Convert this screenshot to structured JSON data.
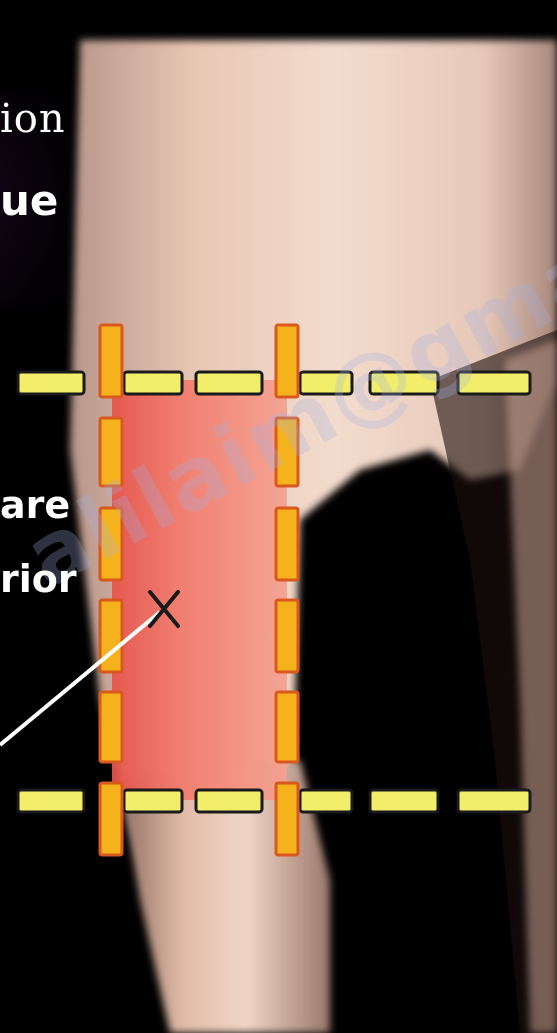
{
  "labels": {
    "line1": "ion",
    "line2": "ue",
    "line3": "are",
    "line4": "rior"
  },
  "watermark": {
    "text": "alilaim@gma"
  },
  "colors": {
    "background": "#000000",
    "skin": "#e8c2ae",
    "highlight": "#f0786a",
    "vertical_dash": "#f5b21c",
    "vertical_dash_border": "#d8581e",
    "horizontal_dash": "#f2ee6a",
    "horizontal_dash_border": "#1a1a1a",
    "pointer_line": "#ffffff",
    "marker": "#1a1a1a",
    "title_glow": "#3a1048"
  },
  "icons": {
    "marker": "x-mark-icon"
  }
}
